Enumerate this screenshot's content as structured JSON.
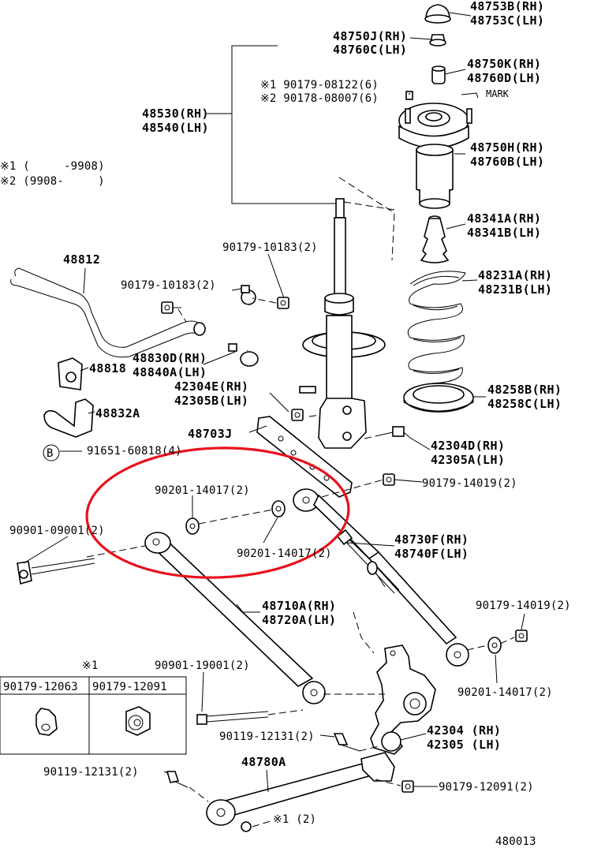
{
  "labels": {
    "p48753B": "48753B(RH)",
    "p48753C": "48753C(LH)",
    "p48750J": "48750J(RH)",
    "p48760C": "48760C(LH)",
    "p48750K": "48750K(RH)",
    "p48760D": "48760D(LH)",
    "mark": "MARK",
    "note1_ref": "※1 90179-08122(6)",
    "note2_ref": "※2 90178-08007(6)",
    "p48530": "48530(RH)",
    "p48540": "48540(LH)",
    "legend1": "※1 (     -9908)",
    "legend2": "※2 (9908-     )",
    "p48750H": "48750H(RH)",
    "p48760B": "48760B(LH)",
    "p48341A": "48341A(RH)",
    "p48341B": "48341B(LH)",
    "p90179_10183_a": "90179-10183(2)",
    "p48812": "48812",
    "p90179_10183_b": "90179-10183(2)",
    "p48231A": "48231A(RH)",
    "p48231B": "48231B(LH)",
    "p48830D": "48830D(RH)",
    "p48840A": "48840A(LH)",
    "p48818": "48818",
    "p42304E": "42304E(RH)",
    "p42305B": "42305B(LH)",
    "p48258B": "48258B(RH)",
    "p48258C": "48258C(LH)",
    "p48832A": "48832A",
    "p48703J": "48703J",
    "p42304D": "42304D(RH)",
    "p42305A": "42305A(LH)",
    "circle_b": "B",
    "p91651": "91651-60818(4)",
    "p90179_14019_a": "90179-14019(2)",
    "p90201_14017_a": "90201-14017(2)",
    "p90901_09001": "90901-09001(2)",
    "p90201_14017_b": "90201-14017(2)",
    "p48730F": "48730F(RH)",
    "p48740F": "48740F(LH)",
    "p48710A": "48710A(RH)",
    "p48720A": "48720A(LH)",
    "p90179_14019_b": "90179-14019(2)",
    "inset_note": "※1",
    "p90901_19001": "90901-19001(2)",
    "inset_left": "90179-12063",
    "inset_right": "90179-12091",
    "p90201_14017_c": "90201-14017(2)",
    "p90119_12131_a": "90119-12131(2)",
    "p42304": "42304 (RH)",
    "p42305": "42305 (LH)",
    "p48780A": "48780A",
    "p90119_12131_b": "90119-12131(2)",
    "p90179_12091": "90179-12091(2)",
    "note1_qty": "※1 (2)",
    "diagram_id": "480013"
  },
  "highlight_color": "#e8101c"
}
